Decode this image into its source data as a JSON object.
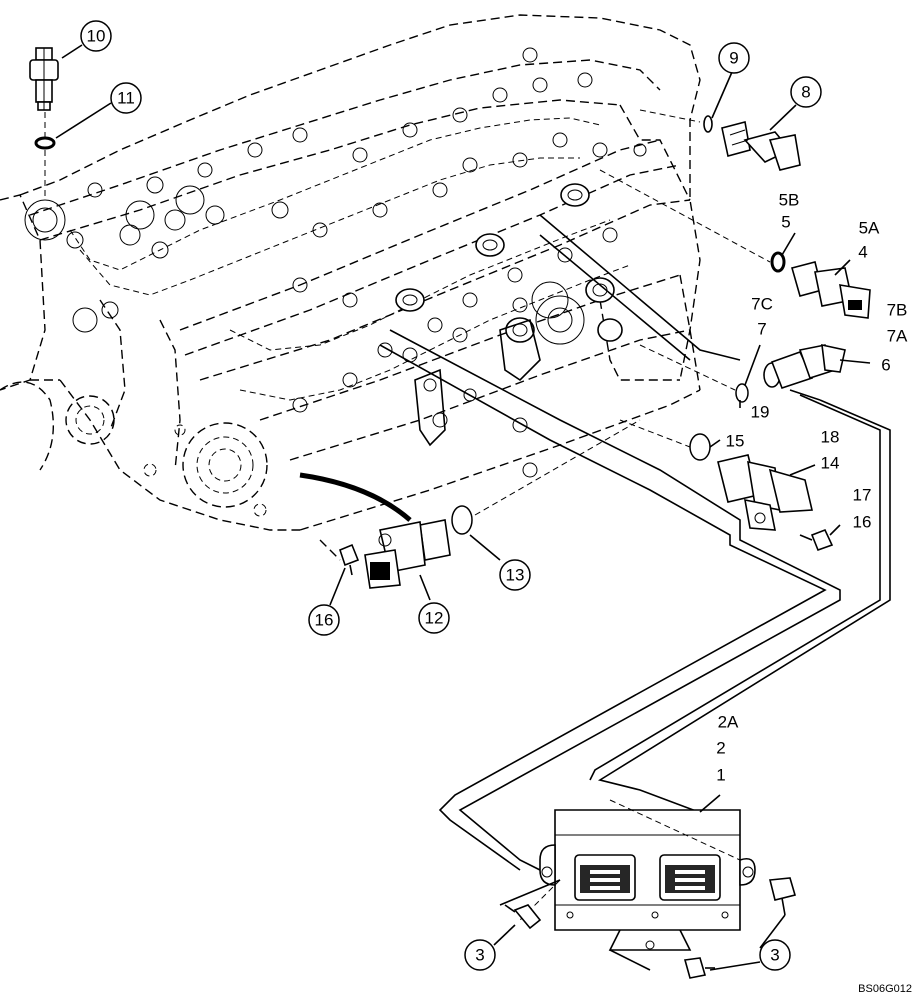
{
  "callouts": {
    "c1": "1",
    "c2": "2",
    "c2a": "2A",
    "c3a": "3",
    "c3b": "3",
    "c4": "4",
    "c5": "5",
    "c5a": "5A",
    "c5b": "5B",
    "c6": "6",
    "c7": "7",
    "c7a": "7A",
    "c7b": "7B",
    "c7c": "7C",
    "c8": "8",
    "c9": "9",
    "c10": "10",
    "c11": "11",
    "c12": "12",
    "c13": "13",
    "c14": "14",
    "c15": "15",
    "c16a": "16",
    "c16b": "16",
    "c17": "17",
    "c18": "18",
    "c19": "19"
  },
  "reference_code": "BS06G012"
}
